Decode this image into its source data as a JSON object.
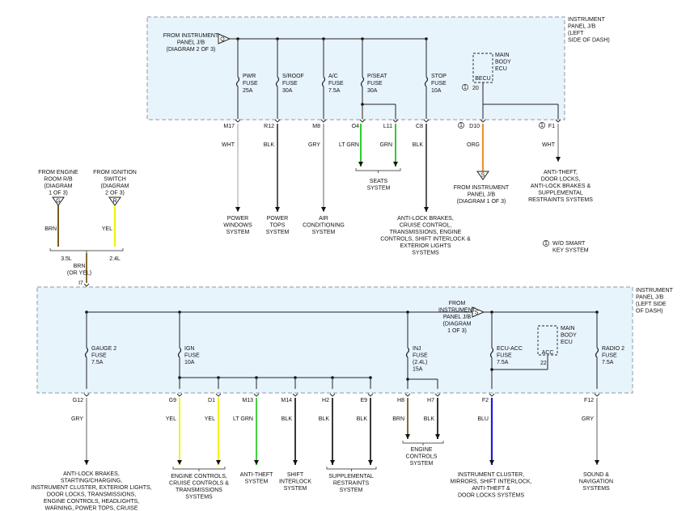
{
  "top_panel": {
    "label": [
      "INSTRUMENT",
      "PANEL J/B",
      "(LEFT",
      "SIDE OF DASH)"
    ],
    "source": [
      "FROM INSTRUMENT",
      "PANEL J/B",
      "(DIAGRAM 2 OF 3)"
    ],
    "source_tag": "Q",
    "ecu": [
      "MAIN",
      "BODY",
      "ECU"
    ],
    "ecu_pin": "BECU",
    "ecu_num": "20",
    "fuses": [
      {
        "name": "PWR",
        "fuse": "FUSE",
        "amp": "25A"
      },
      {
        "name": "S/ROOF",
        "fuse": "FUSE",
        "amp": "30A"
      },
      {
        "name": "A/C",
        "fuse": "FUSE",
        "amp": "7.5A"
      },
      {
        "name": "P/SEAT",
        "fuse": "FUSE",
        "amp": "30A"
      },
      {
        "name": "STOP",
        "fuse": "FUSE",
        "amp": "10A"
      }
    ],
    "pins": [
      "M17",
      "R12",
      "M8",
      "O4",
      "L11",
      "C8",
      "D10",
      "F1"
    ],
    "wires": [
      "WHT",
      "BLK",
      "GRY",
      "LT GRN",
      "GRN",
      "BLK",
      "ORG",
      "WHT"
    ]
  },
  "top_destinations": {
    "power_windows": [
      "POWER",
      "WINDOWS",
      "SYSTEM"
    ],
    "power_tops": [
      "POWER",
      "TOPS",
      "SYSTEM"
    ],
    "air_conditioning": [
      "AIR",
      "CONDITIONING",
      "SYSTEM"
    ],
    "seats": [
      "SEATS",
      "SYSTEM"
    ],
    "antilock": [
      "ANTI-LOCK BRAKES,",
      "CRUISE CONTROL,",
      "TRANSMISSIONS, ENGINE",
      "CONTROLS, SHIFT INTERLOCK &",
      "EXTERIOR LIGHTS",
      "SYSTEMS"
    ],
    "from_ip": [
      "FROM INSTRUMENT",
      "PANEL J/B",
      "(DIAGRAM 1 OF 3)"
    ],
    "from_ip_tag": "S",
    "antitheft": [
      "ANTI-THEFT,",
      "DOOR LOCKS,",
      "ANTI-LOCK BRAKES &",
      "SUPPLEMENTAL",
      "RESTRAINTS SYSTEMS"
    ]
  },
  "note": {
    "num": "1",
    "text": [
      "W/O SMART",
      "KEY SYSTEM"
    ]
  },
  "left_sources": {
    "engine_room": [
      "FROM ENGINE",
      "ROOM R/B",
      "(DIAGRAM",
      "1 OF 3)"
    ],
    "engine_room_tag": "G",
    "ignition": [
      "FROM IGNITION",
      "SWITCH",
      "(DIAGRAM",
      "2 OF 3)"
    ],
    "ignition_tag": "R",
    "wire_brn": "BRN",
    "wire_yel": "YEL",
    "label_35l": "3.5L",
    "label_24l": "2.4L",
    "merged_wire": [
      "BRN",
      "(OR YEL)"
    ],
    "pin": "I7"
  },
  "bottom_panel": {
    "label": [
      "INSTRUMENT",
      "PANEL J/B",
      "(LEFT SIDE",
      "OF DASH)"
    ],
    "source": [
      "FROM",
      "INSTRUMENT",
      "PANEL J/B",
      "(DIAGRAM",
      "1 OF 3)"
    ],
    "source_tag": "S",
    "ecu": [
      "MAIN",
      "BODY",
      "ECU"
    ],
    "ecu_pin": "ACC",
    "ecu_num": "22",
    "fuses": [
      {
        "lines": [
          "GAUGE 2",
          "FUSE",
          "7.5A"
        ]
      },
      {
        "lines": [
          "IGN",
          "FUSE",
          "10A"
        ]
      },
      {
        "lines": [
          "INJ",
          "FUSE",
          "(2.4L)",
          "15A"
        ]
      },
      {
        "lines": [
          "ECU-ACC",
          "FUSE",
          "7.5A"
        ]
      },
      {
        "lines": [
          "RADIO 2",
          "FUSE",
          "7.5A"
        ]
      }
    ],
    "pins": [
      "G12",
      "G9",
      "D1",
      "M13",
      "M14",
      "H2",
      "E9",
      "H8",
      "H7",
      "F2",
      "F12"
    ],
    "wires": [
      "GRY",
      "YEL",
      "YEL",
      "LT GRN",
      "BLK",
      "BLK",
      "BLK",
      "BRN",
      "BLK",
      "BLU",
      "GRY"
    ]
  },
  "bottom_destinations": {
    "antilock": [
      "ANTI-LOCK BRAKES,",
      "STARTING/CHARGING,",
      "INSTRUMENT CLUSTER, EXTERIOR LIGHTS,",
      "DOOR LOCKS, TRANSMISSIONS,",
      "ENGINE CONTROLS, HEADLIGHTS,",
      "WARNING, POWER TOPS, CRUISE"
    ],
    "engine_controls": [
      "ENGINE CONTROLS,",
      "CRUISE CONTROLS &",
      "TRANSMISSIONS",
      "SYSTEMS"
    ],
    "antitheft": [
      "ANTI-THEFT",
      "SYSTEM"
    ],
    "shift_interlock": [
      "SHIFT",
      "INTERLOCK",
      "SYSTEM"
    ],
    "supplemental": [
      "SUPPLEMENTAL",
      "RESTRAINTS",
      "SYSTEM"
    ],
    "engine_controls_2": [
      "ENGINE",
      "CONTROLS",
      "SYSTEM"
    ],
    "instrument_cluster": [
      "INSTRUMENT CLUSTER,",
      "MIRRORS, SHIFT INTERLOCK,",
      "ANTI-THEFT &",
      "DOOR LOCKS SYSTEMS"
    ],
    "sound_nav": [
      "SOUND &",
      "NAVIGATION",
      "SYSTEMS"
    ]
  },
  "colors": {
    "panel_fill": "#e8f4fc",
    "panel_border": "#8c98a6",
    "wire_black": "#222222",
    "wire_white": "#d0d0d0",
    "wire_gray": "#a8a8a8",
    "wire_green": "#2ecc2e",
    "wire_orange": "#f0922c",
    "wire_yellow": "#f2f200",
    "wire_brown": "#7a5a1e",
    "wire_blue": "#1a1ae0"
  }
}
